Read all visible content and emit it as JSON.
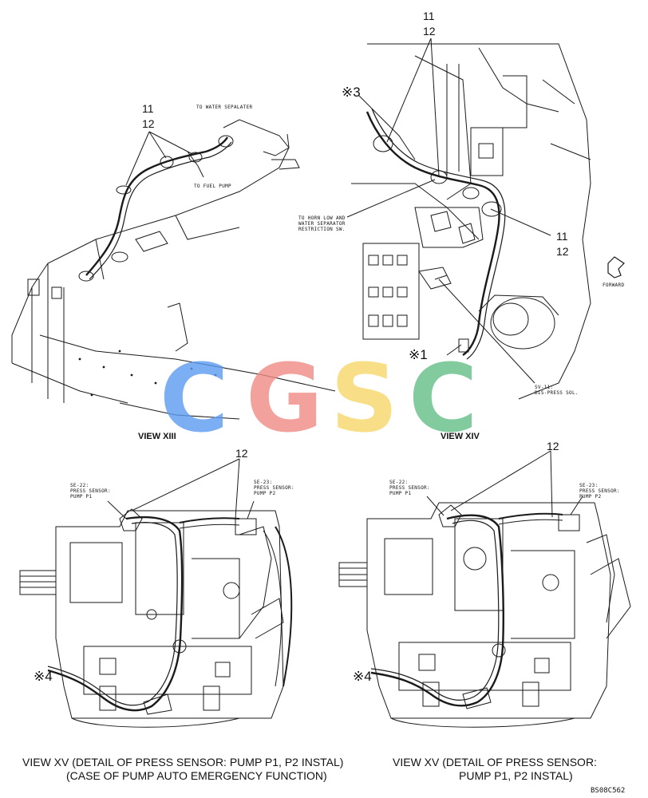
{
  "callouts": {
    "v13_11": "11",
    "v13_12": "12",
    "v14_top_11": "11",
    "v14_top_12": "12",
    "v14_right_11": "11",
    "v14_right_12": "12",
    "v15a_12": "12",
    "v15b_12": "12"
  },
  "annotations": {
    "to_water_separater": "TO WATER SEPALATER",
    "to_fuel_pump": "TO FUEL PUMP",
    "to_horn_line1": "TO HORN LOW AND",
    "to_horn_line2": "WATER SEPARATOR",
    "to_horn_line3": "RESTRICTION SW.",
    "forward": "FORWARD",
    "sv11_line1": "SV-11:",
    "sv11_line2": "DIS-PRESS SOL.",
    "se22_a_line1": "SE-22:",
    "se22_a_line2": "PRESS SENSOR:",
    "se22_a_line3": "PUMP P1",
    "se23_a_line1": "SE-23:",
    "se23_a_line2": "PRESS SENSOR:",
    "se23_a_line3": "PUMP P2",
    "se22_b_line1": "SE-22:",
    "se22_b_line2": "PRESS SENSOR:",
    "se22_b_line3": "PUMP P1",
    "se23_b_line1": "SE-23:",
    "se23_b_line2": "PRESS SENSOR:",
    "se23_b_line3": "PUMP P2"
  },
  "references": {
    "ref3": "※3",
    "ref1": "※1",
    "ref4_a": "※4",
    "ref4_b": "※4"
  },
  "view_titles": {
    "view13": "VIEW XIII",
    "view14": "VIEW XIV"
  },
  "captions": {
    "left_line1": "VIEW XV  (DETAIL OF PRESS SENSOR: PUMP P1, P2 INSTAL)",
    "left_line2": "(CASE OF PUMP AUTO EMERGENCY FUNCTION)",
    "right_line1": "VIEW XV  (DETAIL OF PRESS SENSOR:",
    "right_line2": "PUMP P1, P2 INSTAL)"
  },
  "watermark": {
    "letters": [
      "C",
      "G",
      "S",
      "C"
    ],
    "colors": [
      "#5b9bf0",
      "#f08a84",
      "#f7d86a",
      "#63bf88"
    ]
  },
  "drawing_code": "BS08C562"
}
